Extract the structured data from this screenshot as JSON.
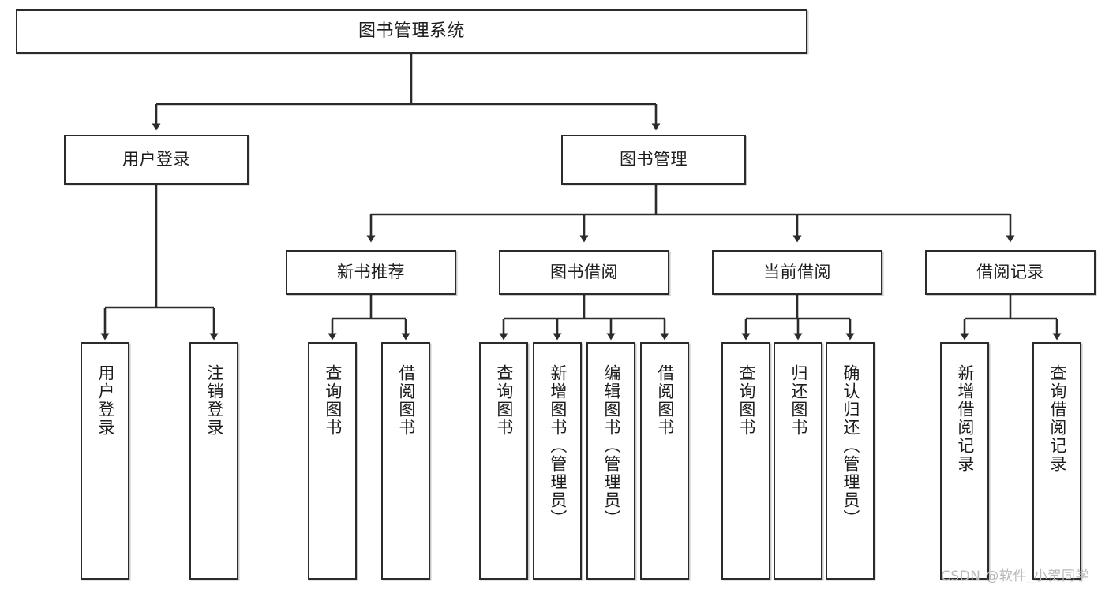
{
  "diagram": {
    "title": "图书管理系统",
    "root": {
      "label": "图书管理系统"
    },
    "level2": [
      {
        "label": "用户登录"
      },
      {
        "label": "图书管理"
      }
    ],
    "level3": [
      {
        "label": "新书推荐"
      },
      {
        "label": "图书借阅"
      },
      {
        "label": "当前借阅"
      },
      {
        "label": "借阅记录"
      }
    ],
    "leaves": {
      "user_login": [
        {
          "label": "用户登录"
        },
        {
          "label": "注销登录"
        }
      ],
      "new_book_recommend": [
        {
          "label": "查询图书"
        },
        {
          "label": "借阅图书"
        }
      ],
      "book_borrow": [
        {
          "label": "查询图书"
        },
        {
          "label": "新增图书（管理员）"
        },
        {
          "label": "编辑图书（管理员）"
        },
        {
          "label": "借阅图书"
        }
      ],
      "current_borrow": [
        {
          "label": "查询图书"
        },
        {
          "label": "归还图书"
        },
        {
          "label": "确认归还（管理员）"
        }
      ],
      "borrow_record": [
        {
          "label": "新增借阅记录"
        },
        {
          "label": "查询借阅记录"
        }
      ]
    }
  },
  "watermark": {
    "text": "CSDN @软件_小贺同学"
  },
  "colors": {
    "border": "#2b2b2b",
    "background": "#ffffff",
    "text": "#1c1c1c",
    "watermark": "#b9b9b9"
  }
}
